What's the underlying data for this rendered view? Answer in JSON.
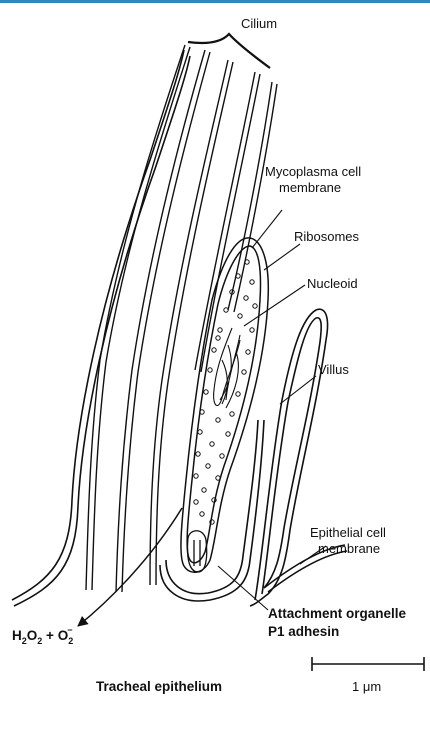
{
  "labels": {
    "cilium": "Cilium",
    "mycoplasma_line1": "Mycoplasma cell",
    "mycoplasma_line2": "membrane",
    "ribosomes": "Ribosomes",
    "nucleoid": "Nucleoid",
    "villus": "Villus",
    "epithelial_line1": "Epithelial cell",
    "epithelial_line2": "membrane",
    "attachment_line1": "Attachment organelle",
    "attachment_line2": "P1 adhesin",
    "tracheal": "Tracheal epithelium",
    "scale": "1 μm"
  },
  "formula": {
    "h": "H",
    "two_a": "2",
    "o_a": "O",
    "two_b": "2",
    "plus": " + ",
    "o_b": "O",
    "sub_b": "2",
    "sup_b": "−"
  },
  "colors": {
    "top_bar": "#2e86c1",
    "ink": "#111111"
  }
}
